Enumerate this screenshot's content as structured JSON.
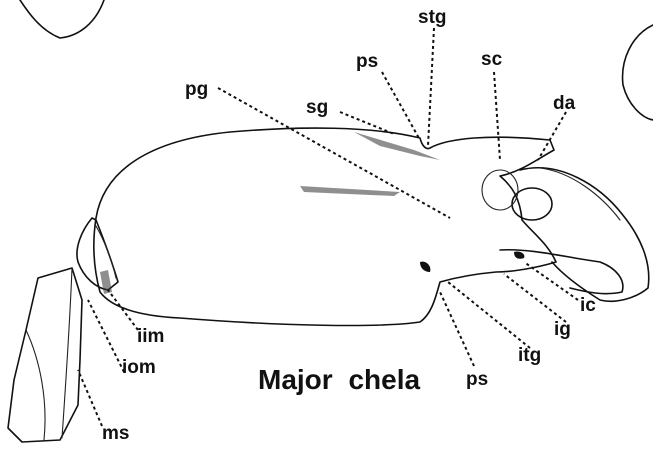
{
  "figure": {
    "title": "Major chela",
    "labels": {
      "stg": "stg",
      "ps_top": "ps",
      "sc": "sc",
      "pg": "pg",
      "sg": "sg",
      "da": "da",
      "iim": "iim",
      "iom": "iom",
      "ms": "ms",
      "ps_bottom": "ps",
      "itg": "itg",
      "ig": "ig",
      "ic": "ic"
    }
  }
}
